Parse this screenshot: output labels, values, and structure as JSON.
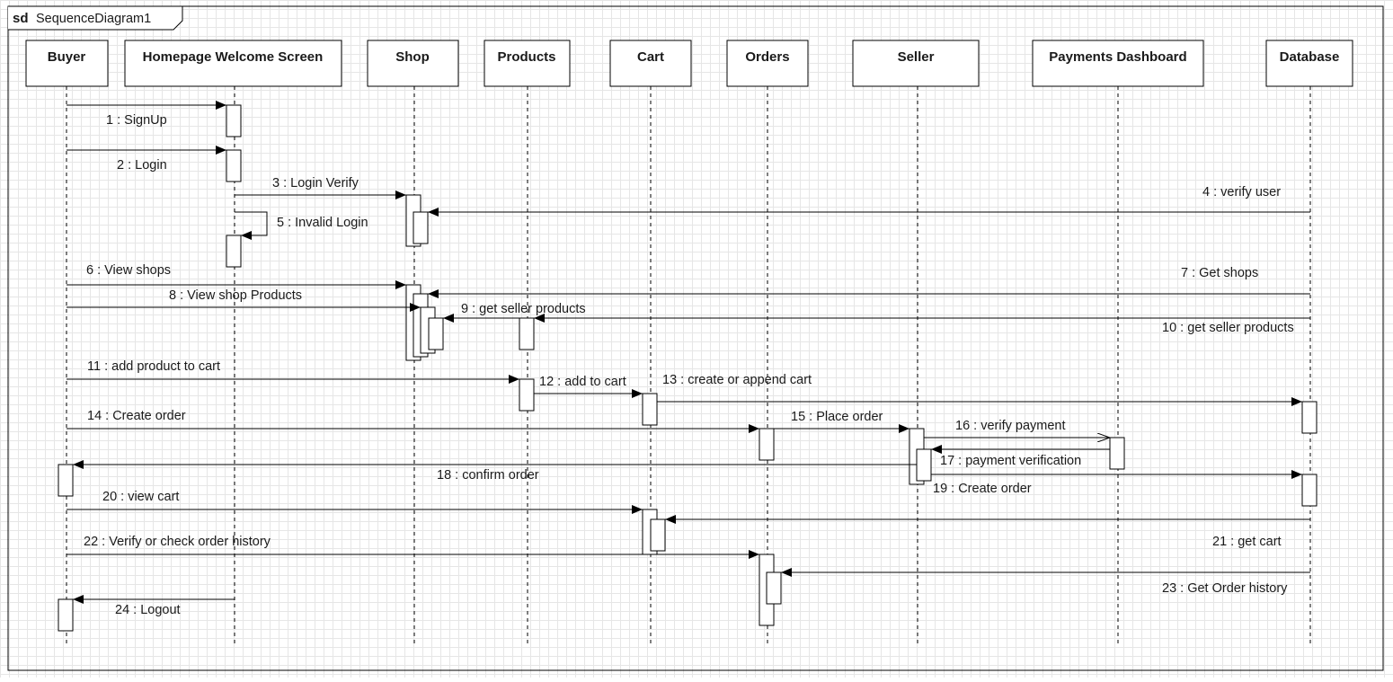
{
  "frame": {
    "keyword": "sd",
    "name": "SequenceDiagram1"
  },
  "lifelines": [
    {
      "id": "buyer",
      "name": "Buyer"
    },
    {
      "id": "homepage",
      "name": "Homepage Welcome Screen"
    },
    {
      "id": "shop",
      "name": "Shop"
    },
    {
      "id": "products",
      "name": "Products"
    },
    {
      "id": "cart",
      "name": "Cart"
    },
    {
      "id": "orders",
      "name": "Orders"
    },
    {
      "id": "seller",
      "name": "Seller"
    },
    {
      "id": "payments",
      "name": "Payments Dashboard"
    },
    {
      "id": "database",
      "name": "Database"
    }
  ],
  "messages": [
    {
      "num": 1,
      "label": "1 : SignUp",
      "from": "buyer",
      "to": "homepage"
    },
    {
      "num": 2,
      "label": "2 : Login",
      "from": "buyer",
      "to": "homepage"
    },
    {
      "num": 3,
      "label": "3 : Login Verify",
      "from": "homepage",
      "to": "shop"
    },
    {
      "num": 4,
      "label": "4 : verify user",
      "from": "database",
      "to": "shop"
    },
    {
      "num": 5,
      "label": "5 : Invalid Login",
      "from": "homepage",
      "to": "homepage"
    },
    {
      "num": 6,
      "label": "6 : View shops",
      "from": "buyer",
      "to": "shop"
    },
    {
      "num": 7,
      "label": "7 : Get shops",
      "from": "database",
      "to": "shop"
    },
    {
      "num": 8,
      "label": "8 : View shop Products",
      "from": "buyer",
      "to": "shop"
    },
    {
      "num": 9,
      "label": "9 : get seller products",
      "from": "products",
      "to": "shop"
    },
    {
      "num": 10,
      "label": "10 : get seller products",
      "from": "database",
      "to": "products"
    },
    {
      "num": 11,
      "label": "11 : add product to cart",
      "from": "buyer",
      "to": "products"
    },
    {
      "num": 12,
      "label": "12 : add to cart",
      "from": "products",
      "to": "cart"
    },
    {
      "num": 13,
      "label": "13 : create or append cart",
      "from": "cart",
      "to": "database"
    },
    {
      "num": 14,
      "label": "14 : Create order",
      "from": "buyer",
      "to": "orders"
    },
    {
      "num": 15,
      "label": "15 : Place order",
      "from": "orders",
      "to": "seller"
    },
    {
      "num": 16,
      "label": "16 : verify payment",
      "from": "seller",
      "to": "payments"
    },
    {
      "num": 17,
      "label": "17 : payment verification",
      "from": "payments",
      "to": "seller"
    },
    {
      "num": 18,
      "label": "18 : confirm order",
      "from": "seller",
      "to": "buyer"
    },
    {
      "num": 19,
      "label": "19 : Create order",
      "from": "seller",
      "to": "database"
    },
    {
      "num": 20,
      "label": "20 : view cart",
      "from": "buyer",
      "to": "cart"
    },
    {
      "num": 21,
      "label": "21 : get cart",
      "from": "database",
      "to": "cart"
    },
    {
      "num": 22,
      "label": "22 : Verify or check order history",
      "from": "buyer",
      "to": "orders"
    },
    {
      "num": 23,
      "label": "23 : Get Order history",
      "from": "database",
      "to": "orders"
    },
    {
      "num": 24,
      "label": "24 : Logout",
      "from": "homepage",
      "to": "buyer"
    }
  ]
}
